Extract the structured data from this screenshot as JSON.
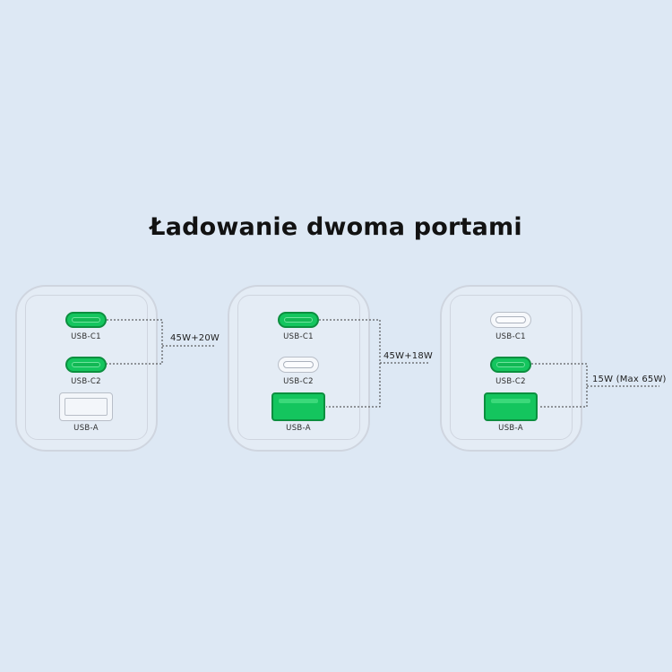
{
  "title": "Ładowanie dwoma portami",
  "colors": {
    "active": "#14c55e",
    "inactive": "#f6f8fb",
    "background": "#dde8f4"
  },
  "chargers": [
    {
      "ports": [
        {
          "label": "USB-C1",
          "type": "usb-c",
          "active": true
        },
        {
          "label": "USB-C2",
          "type": "usb-c",
          "active": true
        },
        {
          "label": "USB-A",
          "type": "usb-a",
          "active": false
        }
      ],
      "power_label": "45W+20W"
    },
    {
      "ports": [
        {
          "label": "USB-C1",
          "type": "usb-c",
          "active": true
        },
        {
          "label": "USB-C2",
          "type": "usb-c",
          "active": false
        },
        {
          "label": "USB-A",
          "type": "usb-a",
          "active": true
        }
      ],
      "power_label": "45W+18W"
    },
    {
      "ports": [
        {
          "label": "USB-C1",
          "type": "usb-c",
          "active": false
        },
        {
          "label": "USB-C2",
          "type": "usb-c",
          "active": true
        },
        {
          "label": "USB-A",
          "type": "usb-a",
          "active": true
        }
      ],
      "power_label": "15W (Max 65W)"
    }
  ]
}
